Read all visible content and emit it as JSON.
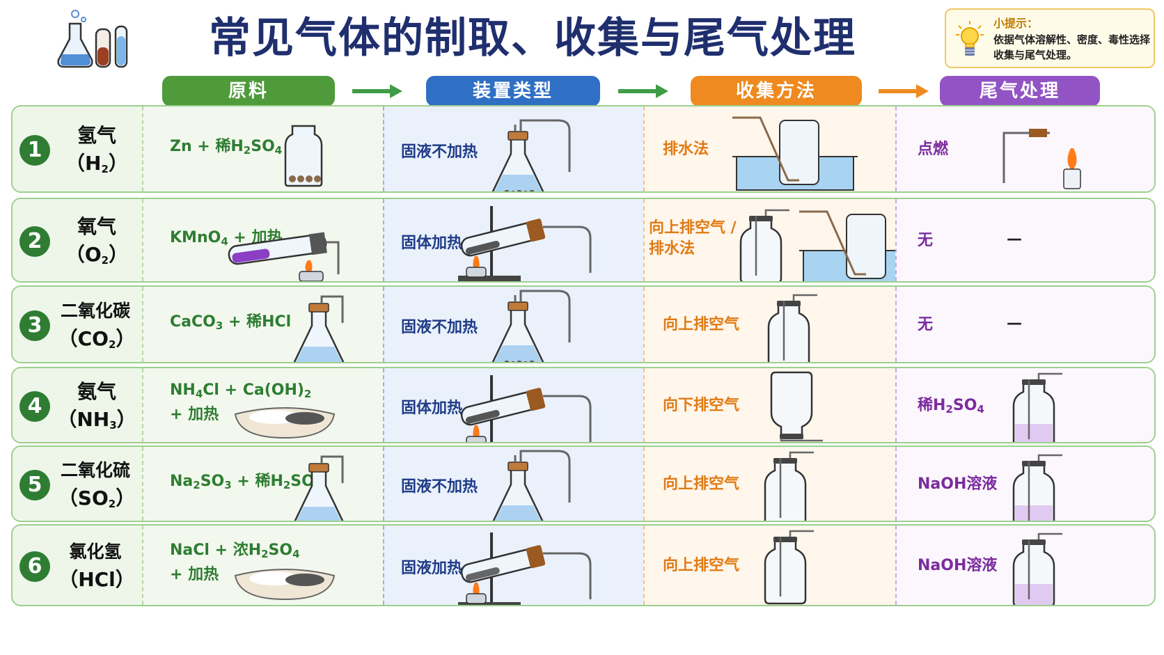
{
  "title": "常见气体的制取、收集与尾气处理",
  "tip": {
    "title": "小提示：",
    "text": "依据气体溶解性、密度、毒性选择收集与尾气处理。"
  },
  "headers": {
    "raw": "原料",
    "device": "装置类型",
    "collect": "收集方法",
    "tail": "尾气处理"
  },
  "colors": {
    "raw": "#4f9a3a",
    "device": "#2f6fc4",
    "collect": "#ee8a1f",
    "tail": "#9254c4",
    "green_arrow": "#3f9c46",
    "orange_arrow": "#ee8a1f"
  },
  "rows": [
    {
      "num": "1",
      "name": "氢气",
      "formula_html": "（H<sub>2</sub>）",
      "raw_html": "Zn + 稀H<sub>2</sub>SO<sub>4</sub>",
      "device": "固液不加热",
      "collect_html": "排水法",
      "tail_html": "点燃",
      "tail_dash": ""
    },
    {
      "num": "2",
      "name": "氧气",
      "formula_html": "（O<sub>2</sub>）",
      "raw_html": "KMnO<sub>4</sub> + 加热",
      "device": "固体加热",
      "collect_html": "向上排空气 /<br>排水法",
      "tail_html": "无",
      "tail_dash": "—"
    },
    {
      "num": "3",
      "name": "二氧化碳",
      "formula_html": "（CO<sub>2</sub>）",
      "raw_html": "CaCO<sub>3</sub> + 稀HCl",
      "device": "固液不加热",
      "collect_html": "向上排空气",
      "tail_html": "无",
      "tail_dash": "—"
    },
    {
      "num": "4",
      "name": "氨气",
      "formula_html": "（NH<sub>3</sub>）",
      "raw_html": "NH<sub>4</sub>Cl + Ca(OH)<sub>2</sub><br>+ 加热",
      "device": "固体加热",
      "collect_html": "向下排空气",
      "tail_html": "稀H<sub>2</sub>SO<sub>4</sub>",
      "tail_dash": ""
    },
    {
      "num": "5",
      "name": "二氧化硫",
      "formula_html": "（SO<sub>2</sub>）",
      "raw_html": "Na<sub>2</sub>SO<sub>3</sub> + 稀H<sub>2</sub>SO<sub>4</sub>",
      "device": "固液不加热",
      "collect_html": "向上排空气",
      "tail_html": "NaOH溶液",
      "tail_dash": ""
    },
    {
      "num": "6",
      "name": "氯化氢",
      "formula_html": "（HCl）",
      "raw_html": "NaCl + 浓H<sub>2</sub>SO<sub>4</sub><br>+ 加热",
      "device": "固液加热",
      "collect_html": "向上排空气",
      "tail_html": "NaOH溶液",
      "tail_dash": ""
    }
  ],
  "icons": {
    "logo": "chemistry-glassware-icon",
    "bulb": "lightbulb-icon",
    "flask": "conical-flask-icon",
    "bottle": "gas-bottle-icon",
    "test_tube": "test-tube-icon",
    "burner": "alcohol-lamp-icon"
  }
}
